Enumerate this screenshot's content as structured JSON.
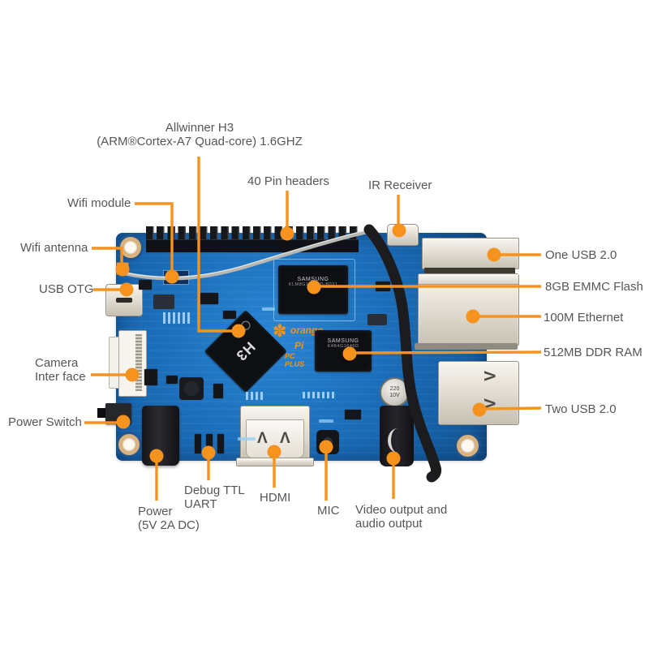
{
  "colors": {
    "accent_orange": "#F6921E",
    "label_text": "#55565A",
    "pcb_blue": "#1D72BF"
  },
  "callouts": {
    "allwinner": {
      "line1": "Allwinner H3",
      "line2": "(ARM®Cortex-A7 Quad-core) 1.6GHZ"
    },
    "pin_headers": {
      "text": "40 Pin headers"
    },
    "ir_receiver": {
      "text": "IR Receiver"
    },
    "wifi_module": {
      "text": "Wifi module"
    },
    "wifi_antenna": {
      "text": "Wifi antenna"
    },
    "usb_otg": {
      "text": "USB OTG"
    },
    "camera": {
      "line1": "Camera",
      "line2": "Inter face"
    },
    "power_switch": {
      "text": "Power Switch"
    },
    "power": {
      "line1": "Power",
      "line2": "(5V 2A DC)"
    },
    "debug_uart": {
      "line1": "Debug TTL",
      "line2": "UART"
    },
    "hdmi": {
      "text": "HDMI"
    },
    "mic": {
      "text": "MIC"
    },
    "av_output": {
      "line1": "Video output and",
      "line2": "audio output"
    },
    "one_usb": {
      "text": "One USB 2.0"
    },
    "emmc": {
      "text": "8GB EMMC Flash"
    },
    "ethernet": {
      "text": "100M Ethernet"
    },
    "ddr": {
      "text": "512MB DDR RAM"
    },
    "two_usb": {
      "text": "Two USB 2.0"
    }
  },
  "board": {
    "soc": {
      "model": "H3"
    },
    "emmc_chip": {
      "brand": "SAMSUNG",
      "part": "KLM8G1WEPD-B031"
    },
    "ddr_chip": {
      "brand": "SAMSUNG",
      "part": "K4B4G1646D"
    },
    "logo": {
      "flower": "✽",
      "brand": "orange",
      "pi": "Pi",
      "model": "PC PLUS"
    },
    "capacitor": {
      "line1": "220",
      "line2": "10V"
    }
  }
}
